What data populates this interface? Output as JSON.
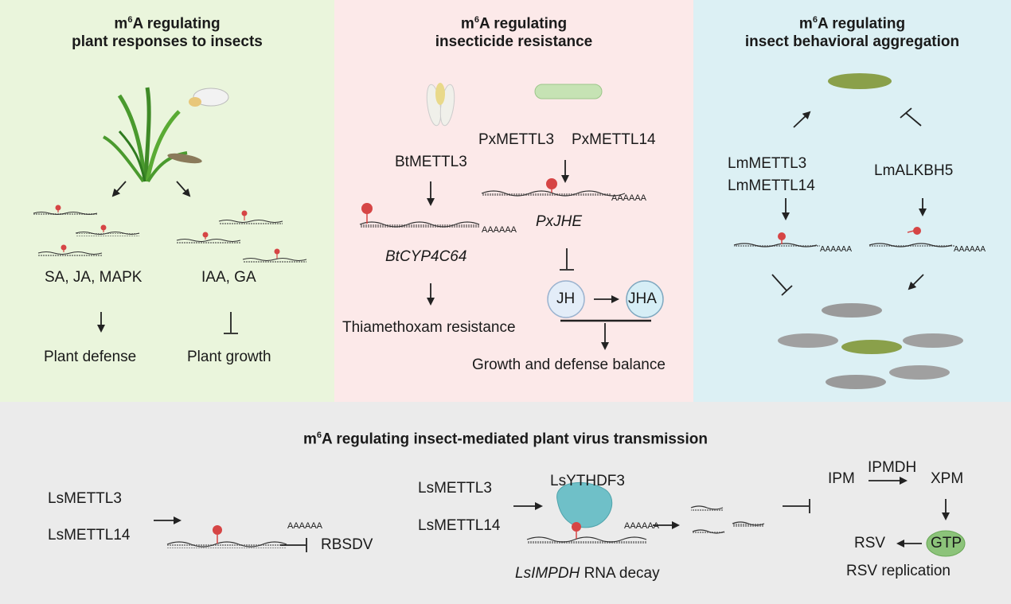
{
  "panel1": {
    "title_pre": "m",
    "title_sup": "6",
    "title_line1_rest": "A regulating",
    "title_line2": "plant responses to insects",
    "left_hormones": "SA, JA, MAPK",
    "right_hormones": "IAA, GA",
    "left_outcome": "Plant defense",
    "right_outcome": "Plant growth"
  },
  "panel2": {
    "title_pre": "m",
    "title_sup": "6",
    "title_line1_rest": "A regulating",
    "title_line2": "insecticide resistance",
    "bt_writer": "BtMETTL3",
    "bt_gene": "BtCYP4C64",
    "bt_outcome": "Thiamethoxam resistance",
    "px_writer1": "PxMETTL3",
    "px_writer2": "PxMETTL14",
    "px_gene": "PxJHE",
    "jh": "JH",
    "jha": "JHA",
    "px_outcome": "Growth and defense balance",
    "polyA": "AAAAAA"
  },
  "panel3": {
    "title_pre": "m",
    "title_sup": "6",
    "title_line1_rest": "A regulating",
    "title_line2": "insect behavioral aggregation",
    "writer1": "LmMETTL3",
    "writer2": "LmMETTL14",
    "eraser": "LmALKBH5",
    "polyA": "AAAAAA"
  },
  "panel4": {
    "title_pre": "m",
    "title_sup": "6",
    "title_rest": "A regulating insect-mediated plant virus transmission",
    "left_writer1": "LsMETTL3",
    "left_writer2": "LsMETTL14",
    "virus": "RBSDV",
    "mid_writer1": "LsMETTL3",
    "mid_writer2": "LsMETTL14",
    "reader": "LsYTHDF3",
    "decay_gene": "LsIMPDH",
    "decay_text": " RNA decay",
    "ipm": "IPM",
    "ipmdh": "IPMDH",
    "xpm": "XPM",
    "gtp": "GTP",
    "rsv": "RSV",
    "rsv_rep": "RSV replication",
    "polyA": "AAAAAA"
  },
  "colors": {
    "panel1": "#eaf5dc",
    "panel2": "#fce9e9",
    "panel3": "#dcf0f4",
    "panel4": "#ebebeb",
    "m6a_mark": "#d64545",
    "gtp": "#8cc37a",
    "reader": "#6fc0c8",
    "jh": "#e3edf8",
    "jha": "#d6eef6"
  }
}
